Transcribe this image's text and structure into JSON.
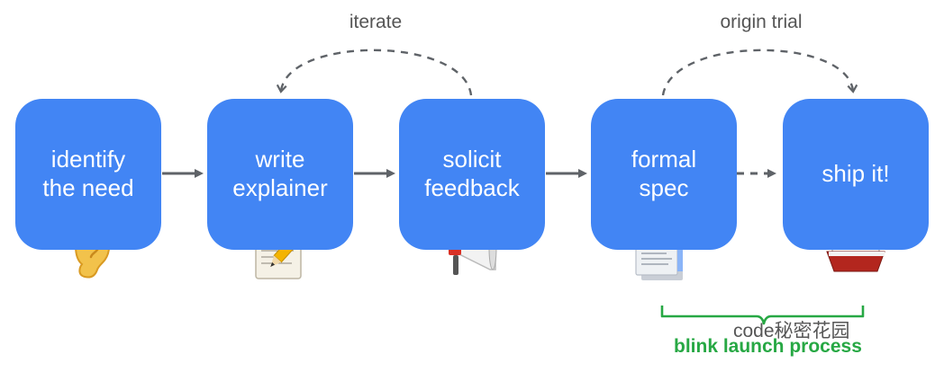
{
  "diagram": {
    "steps": [
      {
        "label": "identify\nthe need",
        "icon": "ear-icon"
      },
      {
        "label": "write\nexplainer",
        "icon": "memo-pencil-icon"
      },
      {
        "label": "solicit\nfeedback",
        "icon": "megaphone-icon"
      },
      {
        "label": "formal\nspec",
        "icon": "document-icon"
      },
      {
        "label": "ship it!",
        "icon": "ship-icon"
      }
    ],
    "loops": [
      {
        "label": "iterate"
      },
      {
        "label": "origin trial"
      }
    ],
    "bracket_label": "blink launch process",
    "watermark": "code秘密花园"
  },
  "colors": {
    "box": "#4285f4",
    "arrow": "#5f6368",
    "dashed": "#5f6368",
    "bracket": "#27a844",
    "text_muted": "#555555"
  }
}
